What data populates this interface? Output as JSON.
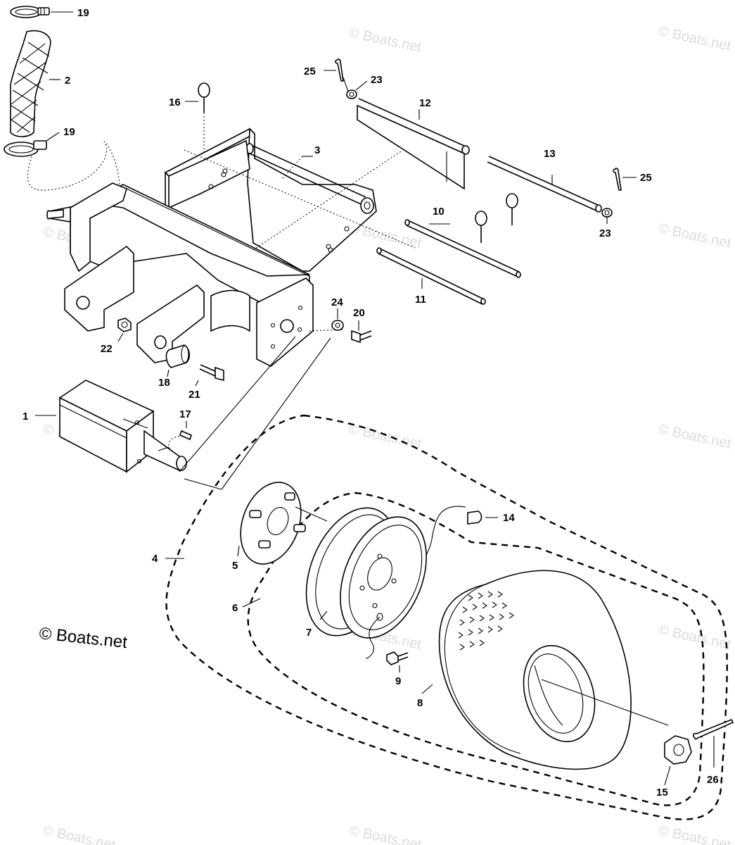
{
  "watermark": "© Boats.net",
  "copyright": "© Boats.net",
  "callouts": [
    "19",
    "2",
    "19",
    "16",
    "3",
    "25",
    "23",
    "12",
    "13",
    "25",
    "23",
    "10",
    "11",
    "24",
    "20",
    "22",
    "18",
    "21",
    "1",
    "17",
    "4",
    "5",
    "14",
    "6",
    "7",
    "9",
    "8",
    "15",
    "26"
  ]
}
